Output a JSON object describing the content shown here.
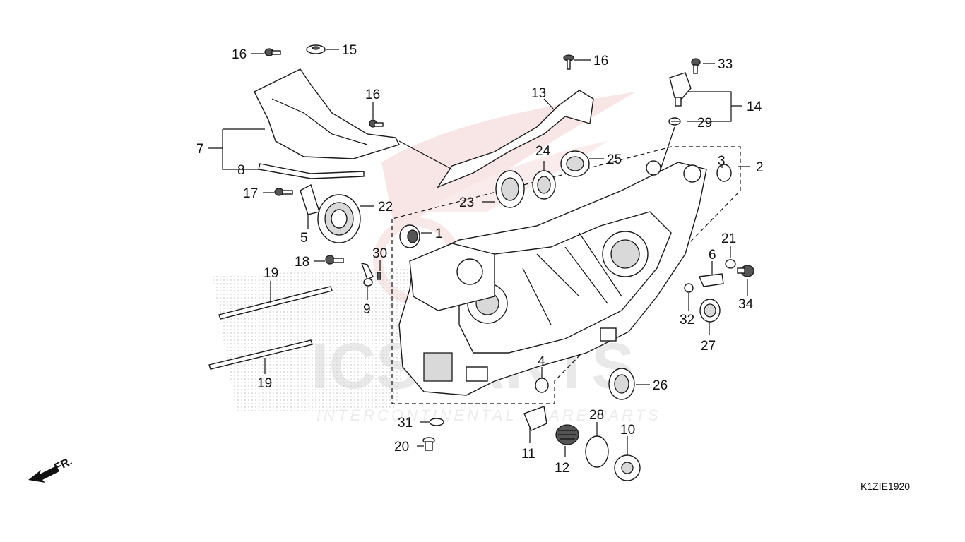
{
  "diagram": {
    "code": "K1ZIE1920",
    "front_marker": "FR.",
    "watermark": {
      "main": "ICSPARTS",
      "sub": "INTERCONTINENTAL SPARE PARTS"
    },
    "callouts": [
      "1",
      "2",
      "3",
      "4",
      "5",
      "6",
      "7",
      "8",
      "9",
      "10",
      "11",
      "12",
      "13",
      "14",
      "15",
      "16",
      "17",
      "18",
      "19",
      "20",
      "21",
      "22",
      "23",
      "24",
      "25",
      "26",
      "27",
      "28",
      "29",
      "30",
      "31",
      "32",
      "33",
      "34"
    ],
    "colors": {
      "line": "#111111",
      "watermark": "#e8e8e8",
      "logo_tint": "#f4d4d4"
    }
  }
}
